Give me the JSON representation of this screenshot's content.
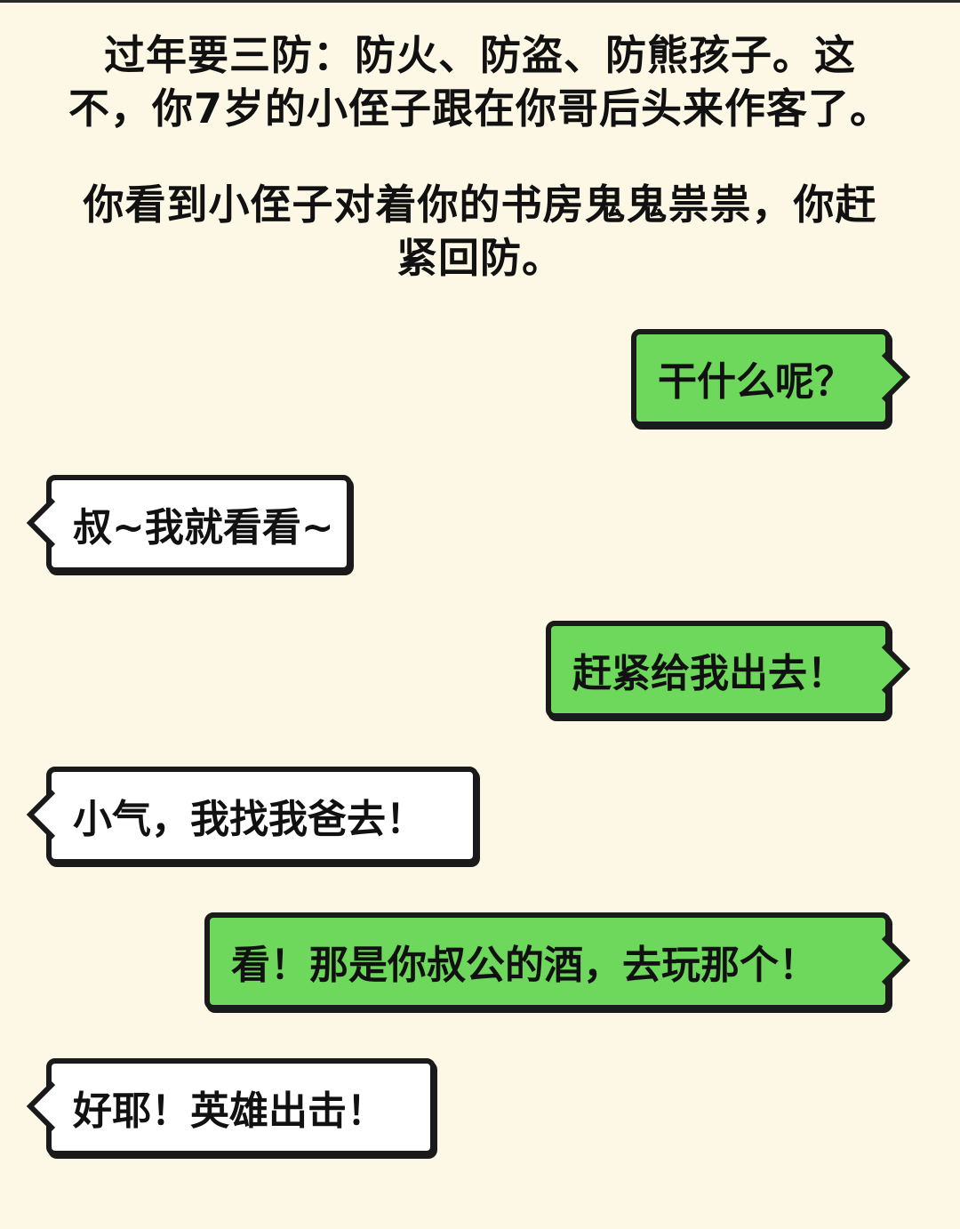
{
  "narration": {
    "paragraph1": {
      "line1": "过年要三防：防火、防盗、防熊孩子。这",
      "line2": "不，你7岁的小侄子跟在你哥后头来作客了。"
    },
    "paragraph2": {
      "line1": "你看到小侄子对着你的书房鬼鬼祟祟，你赶",
      "line2": "紧回防。"
    }
  },
  "dialogue": [
    {
      "speaker": "player",
      "text": "干什么呢？"
    },
    {
      "speaker": "nephew",
      "text": "叔~我就看看~"
    },
    {
      "speaker": "player",
      "text": "赶紧给我出去！"
    },
    {
      "speaker": "nephew",
      "text": "小气，我找我爸去！"
    },
    {
      "speaker": "player",
      "text": "看！那是你叔公的酒，去玩那个！"
    },
    {
      "speaker": "nephew",
      "text": "好耶！英雄出击！"
    }
  ],
  "colors": {
    "background": "#FDF8E6",
    "player_bubble": "#6DD85B",
    "nephew_bubble": "#FFFFFF",
    "border": "#1A1A1A"
  }
}
